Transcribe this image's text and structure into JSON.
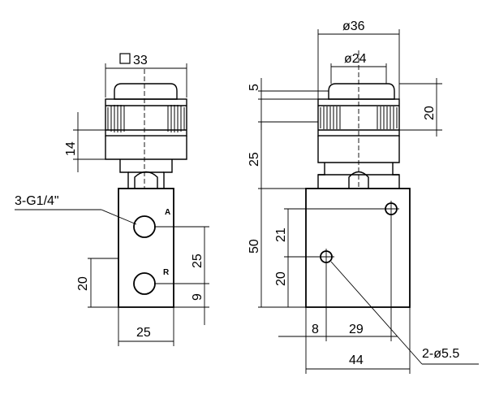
{
  "dimensions": {
    "square_width": "33",
    "left_cap_height": "14",
    "port_callout": "3-G1/4\"",
    "port_spacing": "25",
    "port_bottom_offset": "9",
    "left_lower_height": "20",
    "left_body_width": "25",
    "diameter_outer": "ø36",
    "diameter_inner": "ø24",
    "right_top_5": "5",
    "right_cap_20": "20",
    "right_25": "25",
    "body_height": "50",
    "hole_spacing_21": "21",
    "hole_bottom_20": "20",
    "hole_x_8": "8",
    "hole_x_29": "29",
    "body_width": "44",
    "hole_callout": "2-ø5.5"
  },
  "port_labels": {
    "a": "A",
    "r": "R"
  }
}
